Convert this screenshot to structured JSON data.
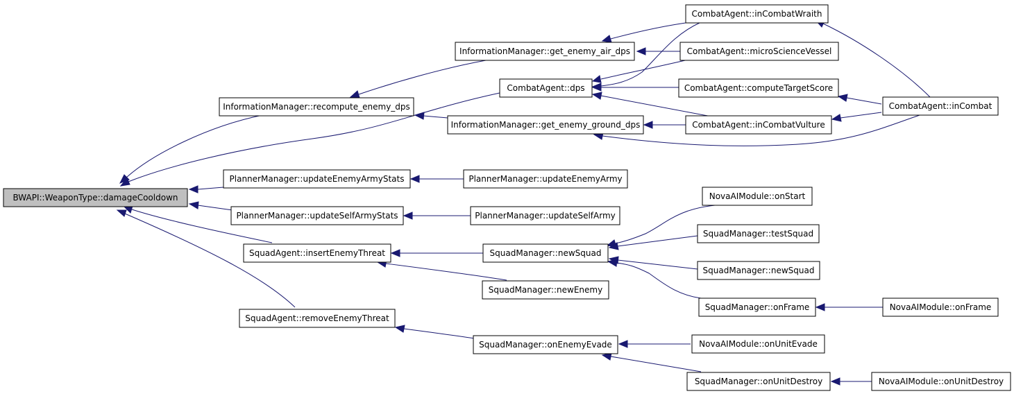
{
  "colors": {
    "edge": "#191970",
    "root_fill": "#bfbfbf",
    "node_fill": "#ffffff",
    "border": "#000000"
  },
  "nodes": {
    "root": "BWAPI::WeaponType::damageCooldown",
    "im_recompute": "InformationManager::recompute_enemy_dps",
    "im_air": "InformationManager::get_enemy_air_dps",
    "im_ground": "InformationManager::get_enemy_ground_dps",
    "ca_dps": "CombatAgent::dps",
    "ca_wraith": "CombatAgent::inCombatWraith",
    "ca_vessel": "CombatAgent::microScienceVessel",
    "ca_target": "CombatAgent::computeTargetScore",
    "ca_vulture": "CombatAgent::inCombatVulture",
    "ca_incombat": "CombatAgent::inCombat",
    "pm_enemystats": "PlannerManager::updateEnemyArmyStats",
    "pm_enemyarmy": "PlannerManager::updateEnemyArmy",
    "pm_selfstats": "PlannerManager::updateSelfArmyStats",
    "pm_selfarmy": "PlannerManager::updateSelfArmy",
    "sa_insert": "SquadAgent::insertEnemyThreat",
    "sa_remove": "SquadAgent::removeEnemyThreat",
    "sm_newsquad1": "SquadManager::newSquad",
    "sm_newenemy": "SquadManager::newEnemy",
    "sm_evade": "SquadManager::onEnemyEvade",
    "sm_destroy": "SquadManager::onUnitDestroy",
    "sm_test": "SquadManager::testSquad",
    "sm_newsquad2": "SquadManager::newSquad",
    "sm_frame": "SquadManager::onFrame",
    "nova_start": "NovaAIModule::onStart",
    "nova_frame": "NovaAIModule::onFrame",
    "nova_evade": "NovaAIModule::onUnitEvade",
    "nova_destroy": "NovaAIModule::onUnitDestroy"
  }
}
